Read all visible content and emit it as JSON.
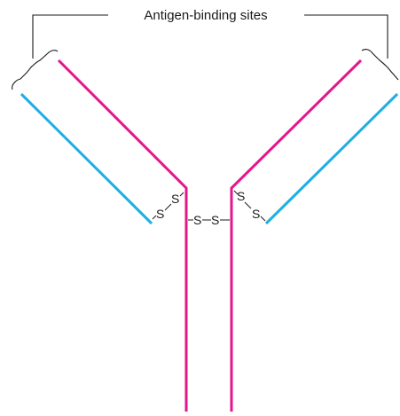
{
  "label": {
    "title": "Antigen-binding sites"
  },
  "bonds": {
    "symbol": "S",
    "hinge_left": "S",
    "hinge_right": "S"
  },
  "colors": {
    "heavy_chain": "#e4168c",
    "light_chain": "#1eaee6",
    "bracket": "#1a1a1a",
    "text": "#1a1a1a"
  }
}
